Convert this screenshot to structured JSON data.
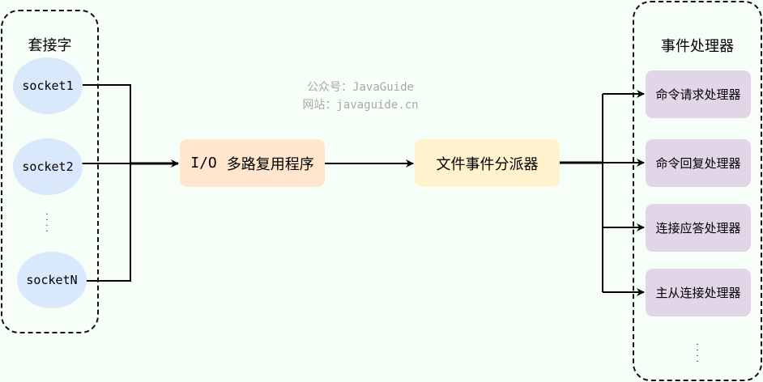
{
  "watermark": {
    "line1": "公众号：JavaGuide",
    "line2": "网站：javaguide.cn"
  },
  "sockets_group": {
    "title": "套接字",
    "items": [
      {
        "label": "socket1"
      },
      {
        "label": "socket2"
      },
      {
        "label": "socketN"
      }
    ],
    "ellipsis": "⋮"
  },
  "io_multiplexer": {
    "prefix": "I/O",
    "label": "多路复用程序"
  },
  "dispatcher": {
    "label": "文件事件分派器"
  },
  "handlers_group": {
    "title": "事件处理器",
    "items": [
      {
        "label": "命令请求处理器"
      },
      {
        "label": "命令回复处理器"
      },
      {
        "label": "连接应答处理器"
      },
      {
        "label": "主从连接处理器"
      }
    ],
    "ellipsis": "⋮"
  },
  "colors": {
    "background": "#f5fff7",
    "socket_fill": "#dae8fc",
    "io_fill": "#ffe6cc",
    "dispatcher_fill": "#fff2cc",
    "handler_fill": "#e1d5e7"
  }
}
